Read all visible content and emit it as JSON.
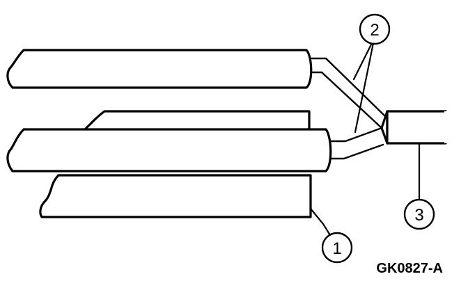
{
  "callouts": [
    {
      "label": "1"
    },
    {
      "label": "2"
    },
    {
      "label": "3"
    }
  ],
  "figure_code": "GK0827-A",
  "colors": {
    "line": "#000000",
    "background": "#ffffff"
  }
}
